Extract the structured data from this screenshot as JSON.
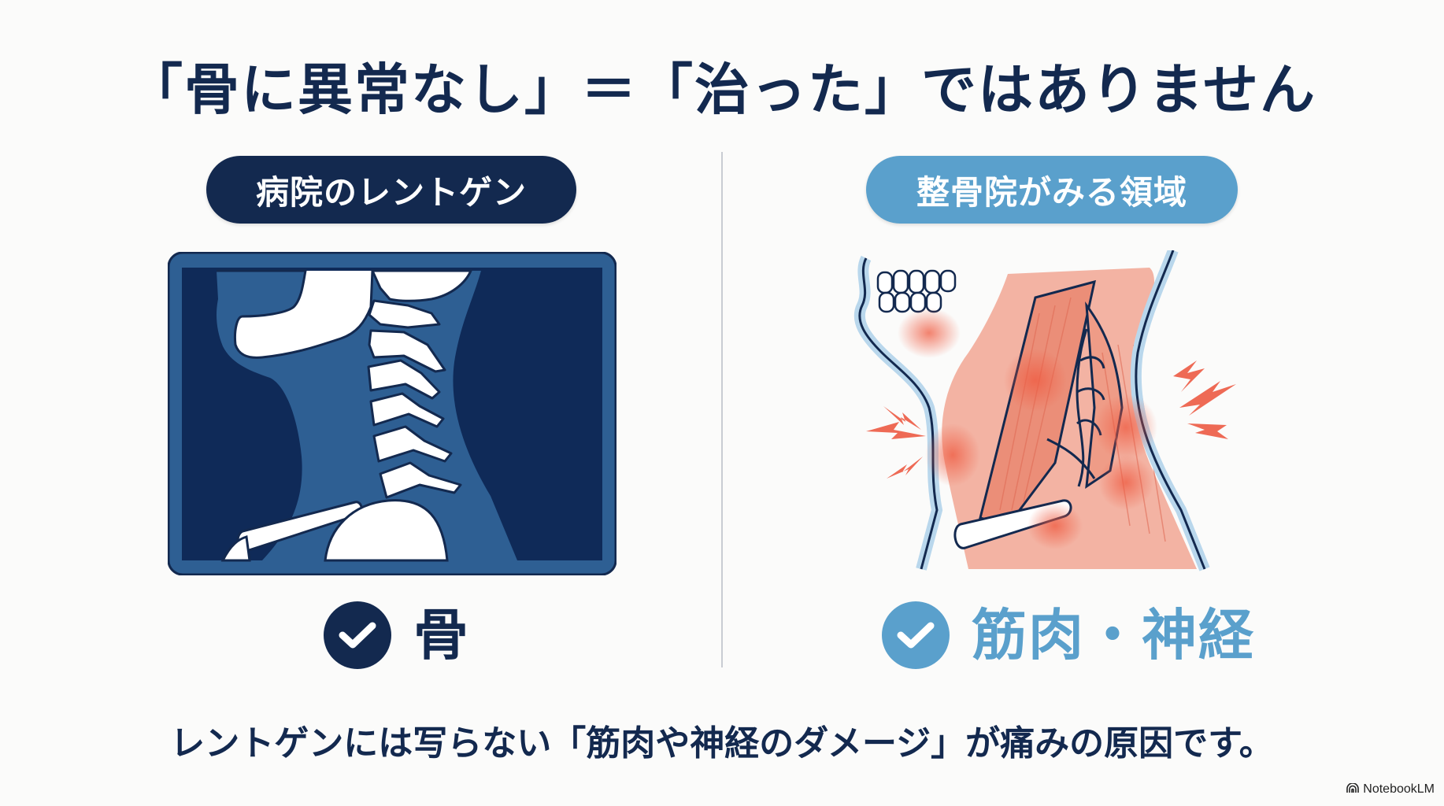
{
  "title": "「骨に異常なし」＝「治った」ではありません",
  "left_panel": {
    "pill_label": "病院のレントゲン",
    "illustration": "neck-xray-icon",
    "check_label": "骨",
    "colors": {
      "primary": "#13294f",
      "frame": "#2e5f93",
      "bone": "#ffffff"
    }
  },
  "right_panel": {
    "pill_label": "整骨院がみる領域",
    "illustration": "neck-muscle-nerve-icon",
    "check_label": "筋肉・神経",
    "colors": {
      "primary": "#5aa0cc",
      "muscle": "#e8705a",
      "skin": "#b9d7ec",
      "outline": "#13294f"
    }
  },
  "caption": "レントゲンには写らない「筋肉や神経のダメージ」が痛みの原因です。",
  "brand": {
    "icon": "notebooklm-logo-icon",
    "label": "NotebookLM"
  },
  "colors": {
    "background": "#fbfbfa",
    "divider": "#c9ccd2",
    "title": "#13294f"
  }
}
